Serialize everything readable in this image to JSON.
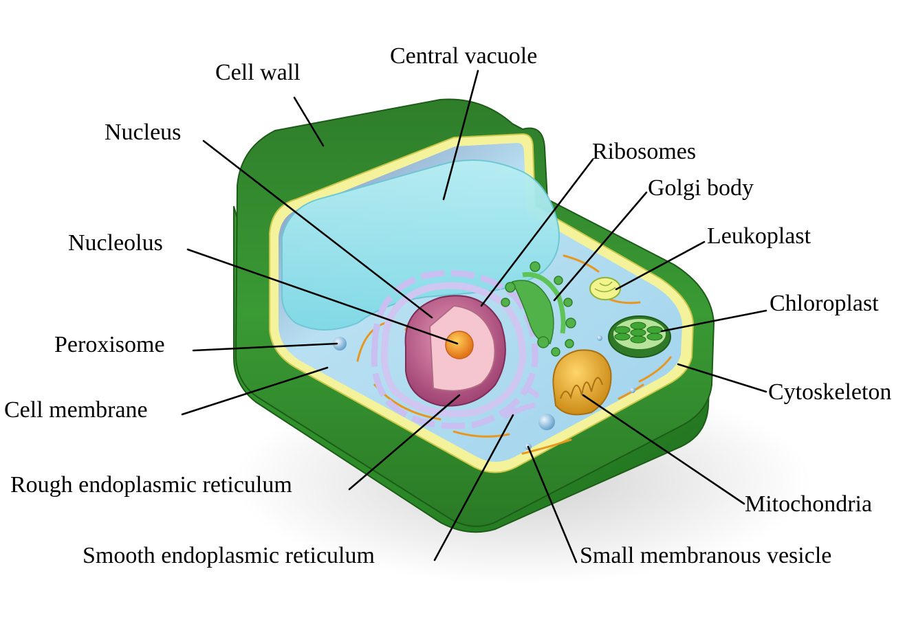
{
  "labels": {
    "cell_wall": "Cell wall",
    "central_vacuole": "Central vacuole",
    "nucleus": "Nucleus",
    "ribosomes": "Ribosomes",
    "golgi_body": "Golgi body",
    "leukoplast": "Leukoplast",
    "nucleolus": "Nucleolus",
    "chloroplast": "Chloroplast",
    "peroxisome": "Peroxisome",
    "cytoskeleton": "Cytoskeleton",
    "cell_membrane": "Cell membrane",
    "rough_er": "Rough endoplasmic reticulum",
    "mitochondria": "Mitochondria",
    "smooth_er": "Smooth endoplasmic reticulum",
    "small_vesicle": "Small membranous vesicle"
  },
  "colors": {
    "cell_wall": "#2f8f2a",
    "cell_wall_dark": "#1f5e1a",
    "membrane": "#f3f29a",
    "cytoplasm": "#a9d8ee",
    "vacuole": "#bff0f2",
    "nucleus": "#c0648e",
    "nucleolus": "#f39a1e",
    "golgi": "#4fb34a",
    "chloroplast": "#3b9a2e",
    "mitochondria": "#e0a21c",
    "er": "#c9bff0",
    "cytoskeleton": "#e8961e"
  }
}
